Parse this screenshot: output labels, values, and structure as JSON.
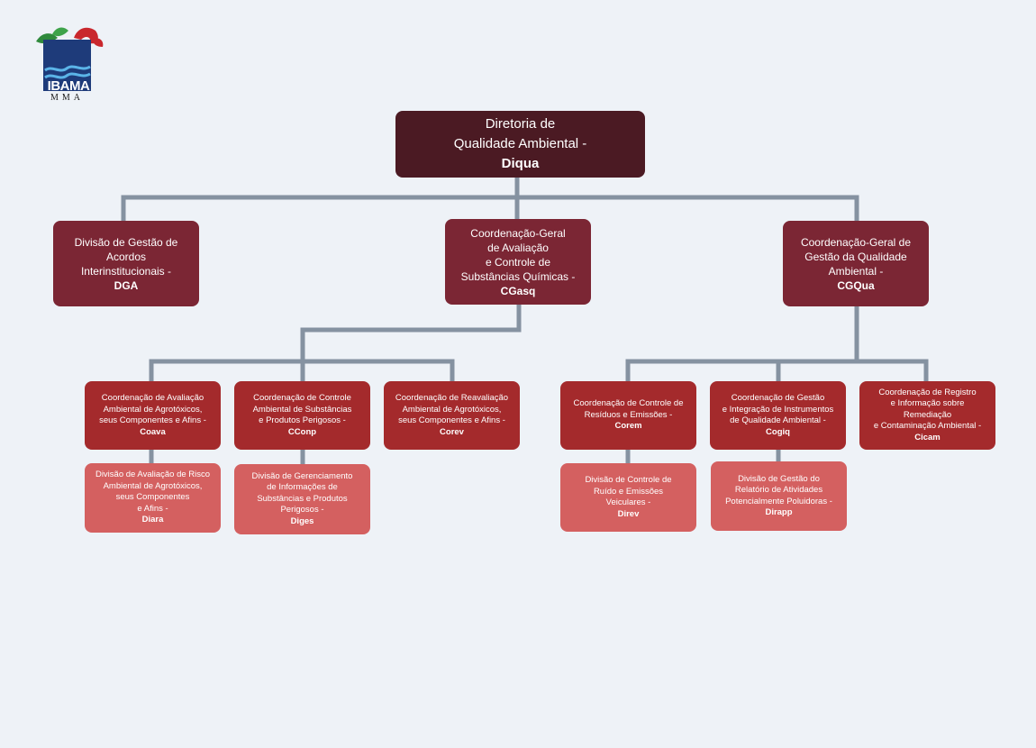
{
  "logo": {
    "name": "IBAMA",
    "sub": "MMA"
  },
  "colors": {
    "background": "#eef2f7",
    "connector": "#8592a1",
    "level0": "#4b1a23",
    "level1": "#7b2634",
    "level2": "#a42a2c",
    "level3": "#d46060"
  },
  "units": {
    "diqua": {
      "name": "Diretoria de\nQualidade Ambiental -",
      "abbr": "Diqua"
    },
    "dga": {
      "name": "Divisão de Gestão de\nAcordos\nInterinstitucionais -",
      "abbr": "DGA"
    },
    "cgasq": {
      "name": "Coordenação-Geral\nde Avaliação\ne Controle de\nSubstâncias Químicas -",
      "abbr": "CGasq"
    },
    "cgqua": {
      "name": "Coordenação-Geral de\nGestão da Qualidade\nAmbiental -",
      "abbr": "CGQua"
    },
    "coava": {
      "name": "Coordenação de Avaliação\nAmbiental de Agrotóxicos,\nseus Componentes e Afins -",
      "abbr": "Coava"
    },
    "cconp": {
      "name": "Coordenação de Controle\nAmbiental de Substâncias\ne Produtos Perigosos -",
      "abbr": "CConp"
    },
    "corev": {
      "name": "Coordenação de Reavaliação\nAmbiental de Agrotóxicos,\nseus Componentes e Afins -",
      "abbr": "Corev"
    },
    "corem": {
      "name": "Coordenação de Controle de\nResíduos e Emissões -",
      "abbr": "Corem"
    },
    "cogiq": {
      "name": "Coordenação de Gestão\ne Integração de Instrumentos\nde Qualidade Ambiental -",
      "abbr": "Cogiq"
    },
    "cicam": {
      "name": "Coordenação de Registro\ne Informação sobre Remediação\ne Contaminação Ambiental -",
      "abbr": "Cicam"
    },
    "diara": {
      "name": "Divisão de Avaliação de Risco\nAmbiental de Agrotóxicos,\nseus Componentes\ne Afins -",
      "abbr": "Diara"
    },
    "diges": {
      "name": "Divisão de Gerenciamento\nde Informações de\nSubstâncias e Produtos\nPerigosos -",
      "abbr": "Diges"
    },
    "direv": {
      "name": "Divisão de Controle de\nRuído e Emissões\nVeiculares -",
      "abbr": "Direv"
    },
    "dirapp": {
      "name": "Divisão de Gestão do\nRelatório de Atividades\nPotencialmente Poluidoras -",
      "abbr": "Dirapp"
    }
  }
}
